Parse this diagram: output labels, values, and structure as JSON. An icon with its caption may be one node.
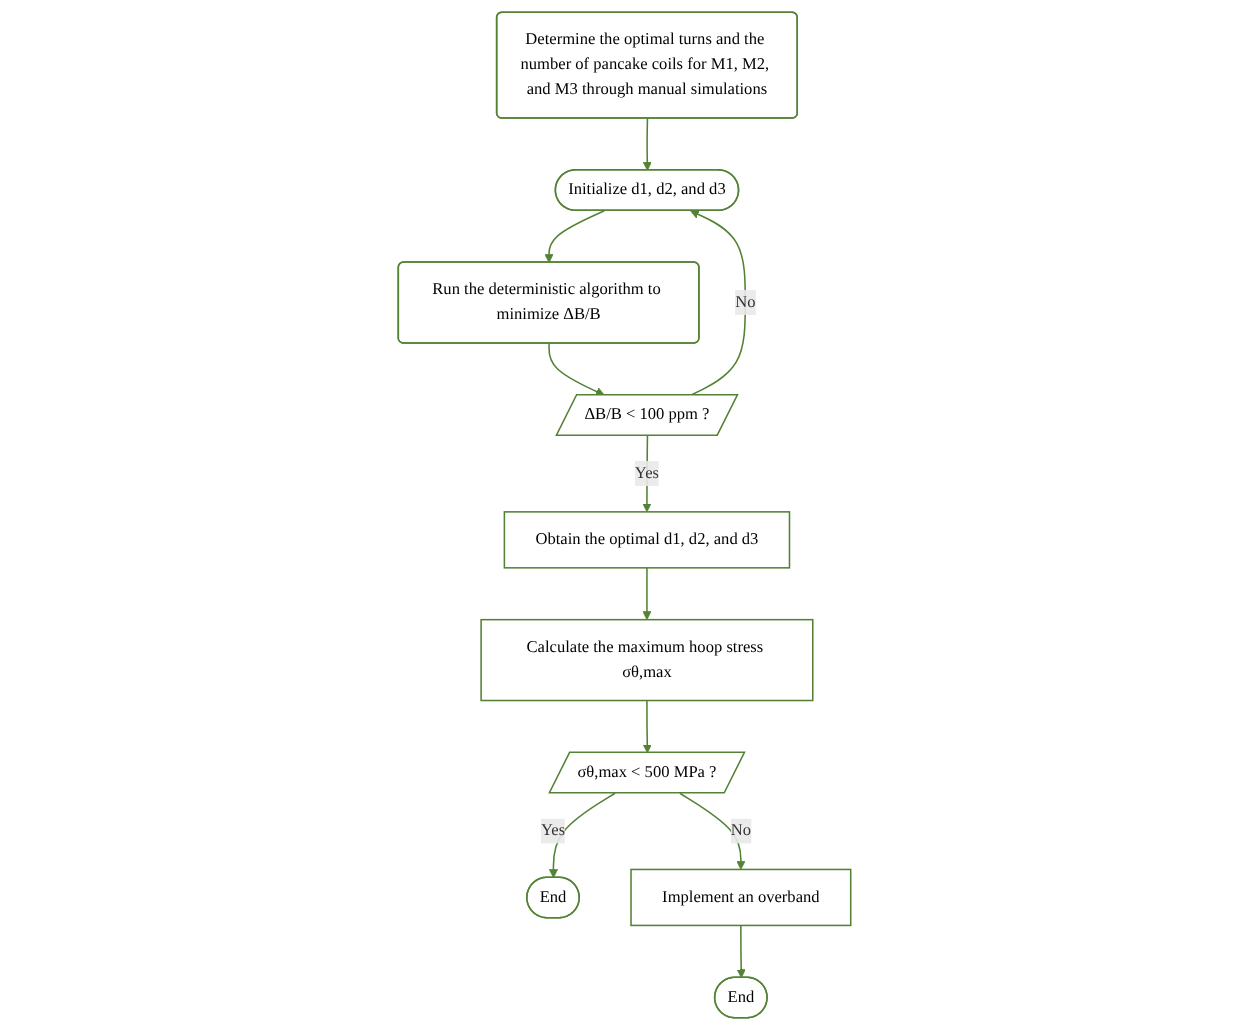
{
  "diagram": {
    "nodes": [
      {
        "text": [
          "Determine the optimal turns and the number of pancake coils for M1, M2, and M3 through manual simulations"
        ]
      },
      {
        "text": [
          "Initialize d1, d2, and d3"
        ]
      },
      {
        "text": [
          "Run the deterministic algorithm to minimize ΔB/B"
        ]
      },
      {
        "text": [
          "ΔB/B < 100 ppm ?"
        ]
      },
      {
        "text": [
          "Obtain the optimal d1, d2, and d3"
        ]
      },
      {
        "text": [
          "Calculate the maximum hoop stress σθ,max"
        ]
      },
      {
        "text": [
          "σθ,max < 500 MPa ?"
        ]
      },
      {
        "text": [
          "End"
        ]
      },
      {
        "text": [
          "Implement an overband"
        ]
      },
      {
        "text": [
          "End"
        ]
      }
    ],
    "edges": [
      {
        "from": 0,
        "to": 1,
        "arrow": "to"
      },
      {
        "from": 1,
        "to": 2,
        "arrow": "to"
      },
      {
        "from": 2,
        "to": 3,
        "arrow": "to"
      },
      {
        "from": 3,
        "to": 1,
        "label": "No",
        "arrow": "to"
      },
      {
        "from": 3,
        "to": 4,
        "label": "Yes",
        "arrow": "to"
      },
      {
        "from": 4,
        "to": 5,
        "arrow": "to"
      },
      {
        "from": 5,
        "to": 6,
        "arrow": "to"
      },
      {
        "from": 6,
        "to": 7,
        "label": "Yes",
        "arrow": "to"
      },
      {
        "from": 6,
        "to": 8,
        "label": "No",
        "arrow": "to"
      },
      {
        "from": 8,
        "to": 9,
        "arrow": "to"
      }
    ]
  }
}
